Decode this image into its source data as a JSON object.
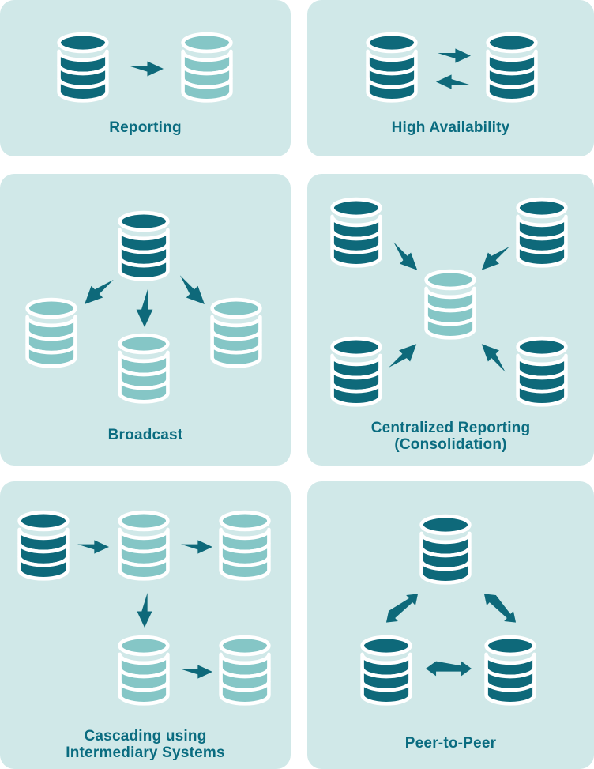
{
  "colors": {
    "page_bg": "#ffffff",
    "panel_bg": "#d0e8e8",
    "db_dark": "#0e697a",
    "db_light": "#85c6c6",
    "arrow": "#0e697a",
    "label": "#0a6c80"
  },
  "panels": [
    {
      "id": "reporting",
      "title1": "Reporting",
      "title2": "",
      "topology": {
        "nodes": [
          {
            "color": "dark",
            "pos": "left"
          },
          {
            "color": "light",
            "pos": "right"
          }
        ],
        "edges": [
          {
            "from": "left",
            "to": "right",
            "type": "one-way"
          }
        ]
      }
    },
    {
      "id": "high-availability",
      "title1": "High Availability",
      "title2": "",
      "topology": {
        "nodes": [
          {
            "color": "dark",
            "pos": "left"
          },
          {
            "color": "dark",
            "pos": "right"
          }
        ],
        "edges": [
          {
            "from": "left",
            "to": "right",
            "type": "one-way"
          },
          {
            "from": "right",
            "to": "left",
            "type": "one-way"
          }
        ]
      }
    },
    {
      "id": "broadcast",
      "title1": "Broadcast",
      "title2": "",
      "topology": {
        "nodes": [
          {
            "color": "dark",
            "pos": "top-center"
          },
          {
            "color": "light",
            "pos": "bottom-left"
          },
          {
            "color": "light",
            "pos": "bottom-center"
          },
          {
            "color": "light",
            "pos": "bottom-right"
          }
        ],
        "edges": [
          {
            "from": "top-center",
            "to": "bottom-left",
            "type": "one-way"
          },
          {
            "from": "top-center",
            "to": "bottom-center",
            "type": "one-way"
          },
          {
            "from": "top-center",
            "to": "bottom-right",
            "type": "one-way"
          }
        ]
      }
    },
    {
      "id": "centralized-reporting",
      "title1": "Centralized Reporting",
      "title2": "(Consolidation)",
      "topology": {
        "nodes": [
          {
            "color": "dark",
            "pos": "top-left"
          },
          {
            "color": "dark",
            "pos": "top-right"
          },
          {
            "color": "dark",
            "pos": "bottom-left"
          },
          {
            "color": "dark",
            "pos": "bottom-right"
          },
          {
            "color": "light",
            "pos": "center"
          }
        ],
        "edges": [
          {
            "from": "top-left",
            "to": "center",
            "type": "one-way"
          },
          {
            "from": "top-right",
            "to": "center",
            "type": "one-way"
          },
          {
            "from": "bottom-left",
            "to": "center",
            "type": "one-way"
          },
          {
            "from": "bottom-right",
            "to": "center",
            "type": "one-way"
          }
        ]
      }
    },
    {
      "id": "cascading",
      "title1": "Cascading using",
      "title2": "Intermediary Systems",
      "topology": {
        "nodes": [
          {
            "color": "dark",
            "pos": "row1-left"
          },
          {
            "color": "light",
            "pos": "row1-center"
          },
          {
            "color": "light",
            "pos": "row1-right"
          },
          {
            "color": "light",
            "pos": "row2-center"
          },
          {
            "color": "light",
            "pos": "row2-right"
          }
        ],
        "edges": [
          {
            "from": "row1-left",
            "to": "row1-center",
            "type": "one-way"
          },
          {
            "from": "row1-center",
            "to": "row1-right",
            "type": "one-way"
          },
          {
            "from": "row1-center",
            "to": "row2-center",
            "type": "one-way"
          },
          {
            "from": "row2-center",
            "to": "row2-right",
            "type": "one-way"
          }
        ]
      }
    },
    {
      "id": "peer-to-peer",
      "title1": "Peer-to-Peer",
      "title2": "",
      "topology": {
        "nodes": [
          {
            "color": "dark",
            "pos": "top-center"
          },
          {
            "color": "dark",
            "pos": "bottom-left"
          },
          {
            "color": "dark",
            "pos": "bottom-right"
          }
        ],
        "edges": [
          {
            "from": "top-center",
            "to": "bottom-left",
            "type": "two-way"
          },
          {
            "from": "top-center",
            "to": "bottom-right",
            "type": "two-way"
          },
          {
            "from": "bottom-left",
            "to": "bottom-right",
            "type": "two-way"
          }
        ]
      }
    }
  ]
}
